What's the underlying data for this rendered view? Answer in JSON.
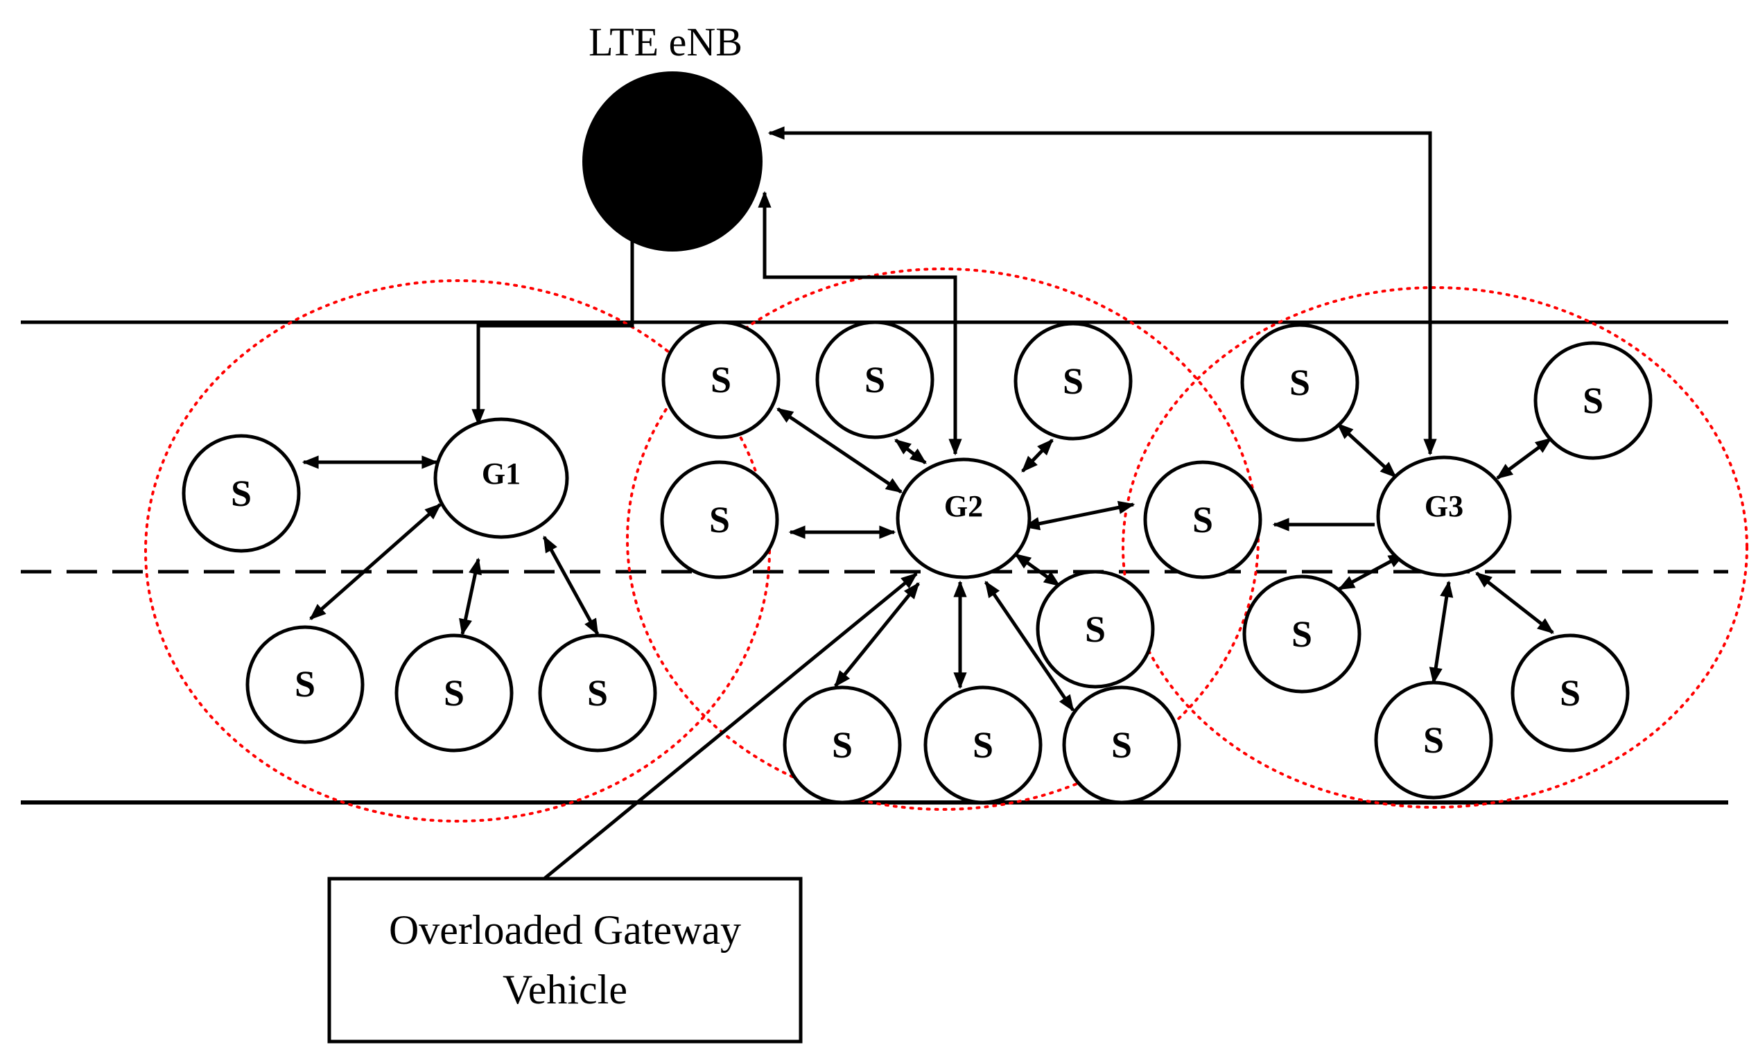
{
  "base_station": {
    "label": "LTE eNB",
    "fill": "#000000"
  },
  "gateways": [
    {
      "id": "g1",
      "label": "G1"
    },
    {
      "id": "g2",
      "label": "G2"
    },
    {
      "id": "g3",
      "label": "G3"
    }
  ],
  "sensor_label": "S",
  "callout": {
    "line1": "Overloaded Gateway",
    "line2": "Vehicle"
  },
  "colors": {
    "stroke": "#000000",
    "cluster_boundary": "#ff0000",
    "background": "#ffffff"
  }
}
